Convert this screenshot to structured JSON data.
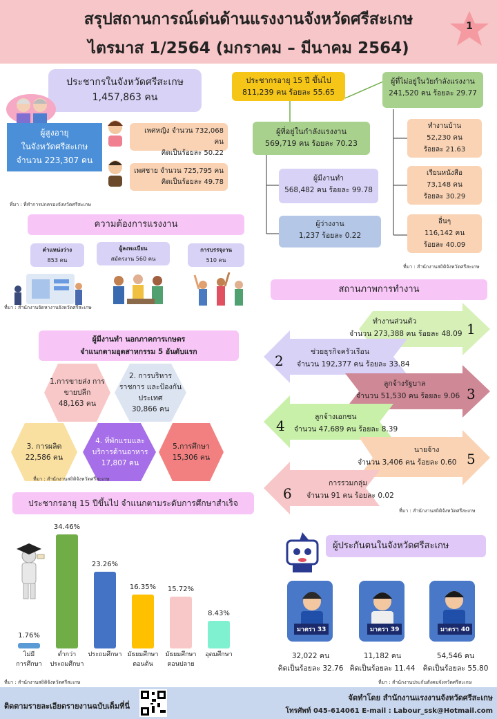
{
  "header": {
    "title_line1": "สรุปสถานการณ์เด่นด้านแรงงานจังหวัดศรีสะเกษ",
    "title_line2": "ไตรมาส 1/2564 (มกราคม – มีนาคม 2564)",
    "page_number": "1"
  },
  "population": {
    "title": "ประชากรในจังหวัดศรีสะเกษ",
    "total": "1,457,863  คน",
    "elderly_title1": "ผู้สูงอายุ",
    "elderly_title2": "ในจังหวัดศรีสะเกษ",
    "elderly_count": "จำนวน 223,307 คน",
    "female_line1": "เพศหญิง จำนวน 732,068 คน",
    "female_line2": "คิดเป็นร้อยละ 50.22",
    "male_line1": "เพศชาย จำนวน 725,795 คน",
    "male_line2": "คิดเป็นร้อยละ 49.78",
    "source": "ที่มา : ที่ทำการปกครองจังหวัดศรีสะเกษ"
  },
  "labor_force": {
    "age15_title": "ประชากรอายุ  15 ปี ขึ้นไป",
    "age15_value": "811,239 คน  ร้อยละ 55.65",
    "not_in_lf_title": "ผู้ที่ไม่อยู่ในวัยกำลังแรงงาน",
    "not_in_lf_value": "241,520 คน  ร้อยละ 29.77",
    "in_lf_title": "ผู้ที่อยู่ในกำลังแรงงาน",
    "in_lf_value": "569,719 คน  ร้อยละ 70.23",
    "employed_title": "ผู้มีงานทำ",
    "employed_value": "568,482  คน  ร้อยละ 99.78",
    "unemployed_title": "ผู้ว่างงาน",
    "unemployed_value": "1,237  ร้อยละ  0.22",
    "housework_title": "ทำงานบ้าน",
    "housework_count": "52,230 คน",
    "housework_pct": "ร้อยละ 21.63",
    "study_title": "เรียนหนังสือ",
    "study_count": "73,148 คน",
    "study_pct": "ร้อยละ 30.29",
    "other_title": "อื่นๆ",
    "other_count": "116,142 คน",
    "other_pct": "ร้อยละ 40.09",
    "source": "ที่มา : สำนักงานสถิติจังหวัดศรีสะเกษ"
  },
  "labor_demand": {
    "title": "ความต้องการแรงงาน",
    "vacancy_label": "ตำแหน่งว่าง",
    "vacancy_value": "853  คน",
    "applicant_label1": "ผู้ลงทะเบียน",
    "applicant_label2": "สมัครงาน 560 คน",
    "placement_label": "การบรรจุงาน",
    "placement_value": "510  คน",
    "source": "ที่มา : สำนักงานจัดหางานจังหวัดศรีสะเกษ"
  },
  "non_agri": {
    "title1": "ผู้มีงานทำ  นอกภาคการเกษตร",
    "title2": "จำแนกตามอุตสาหกรรม  5 อันดับแรก",
    "h1_label": "1.การขายส่ง การขายปลีก",
    "h1_value": "48,163 คน",
    "h2_label": "2. การบริหารราชการ และป้องกันประเทศ",
    "h2_value": "30,866  คน",
    "h3_label": "3. การผลิต",
    "h3_value": "22,586 คน",
    "h4_label": "4. ที่พักแรมและ บริการด้านอาหาร",
    "h4_value": "17,807 คน",
    "h5_label": "5.การศึกษา",
    "h5_value": "15,306 คน",
    "source": "ที่มา : สำนักงานสถิติจังหวัดศรีสะเกษ"
  },
  "work_status": {
    "title": "สถานภาพการทำงาน",
    "a1_label": "ทำงานส่วนตัว",
    "a1_value": "จำนวน 273,388 คน ร้อยละ 48.09",
    "a1_num": "1",
    "a2_label": "ช่วยธุรกิจครัวเรือน",
    "a2_value": "จำนวน 192,377 คน ร้อยละ 33.84",
    "a2_num": "2",
    "a3_label": "ลูกจ้างรัฐบาล",
    "a3_value": "จำนวน 51,530 คน ร้อยละ 9.06",
    "a3_num": "3",
    "a4_label": "ลูกจ้างเอกชน",
    "a4_value": "จำนวน 47,689 คน ร้อยละ 8.39",
    "a4_num": "4",
    "a5_label": "นายจ้าง",
    "a5_value": "จำนวน 3,406 คน ร้อยละ 0.60",
    "a5_num": "5",
    "a6_label": "การรวมกลุ่ม",
    "a6_value": "จำนวน 91 คน ร้อยละ 0.02",
    "a6_num": "6",
    "source": "ที่มา : สำนักงานสถิติจังหวัดศรีสะเกษ"
  },
  "education": {
    "title": "ประชากรอายุ 15 ปีขึ้นไป จำแนกตามระดับการศึกษาสำเร็จ",
    "source": "ที่มา : สำนักงานสถิติจังหวัดศรีสะเกษ"
  },
  "chart_data": {
    "type": "bar",
    "categories": [
      "ไม่มี การศึกษา",
      "ต่ำกว่า ประถมศึกษา",
      "ประถมศึกษา",
      "มัธยมศึกษา ตอนต้น",
      "มัธยมศึกษา ตอนปลาย",
      "อุดมศึกษา"
    ],
    "values": [
      1.76,
      34.46,
      23.26,
      16.35,
      15.72,
      8.43
    ],
    "value_labels": [
      "1.76%",
      "34.46%",
      "23.26%",
      "16.35%",
      "15.72%",
      "8.43%"
    ],
    "colors": [
      "#5b9bd5",
      "#70ad47",
      "#4472c4",
      "#ffc000",
      "#f8c8c8",
      "#7ff0d0"
    ],
    "ylim": [
      0,
      36
    ]
  },
  "insured": {
    "title": "ผู้ประกันตนในจังหวัดศรีสะเกษ",
    "m33_label": "มาตรา 33",
    "m33_count": "32,022 คน",
    "m33_pct": "คิดเป็นร้อยละ 32.76",
    "m39_label": "มาตรา 39",
    "m39_count": "11,182 คน",
    "m39_pct": "คิดเป็นร้อยละ 11.44",
    "m40_label": "มาตรา 40",
    "m40_count": "54,546 คน",
    "m40_pct": "คิดเป็นร้อยละ 55.80",
    "source": "ที่มา : สำนักงานประกันสังคมจังหวัดศรีสะเกษ"
  },
  "footer": {
    "follow": "ติดตามรายละเอียดรายงานฉบับเต็มที่นี่",
    "made_by": "จัดทำโดย  สำนักงานแรงงานจังหวัดศรีสะเกษ",
    "contact": "โทรศัพท์  045-614061 E-mail  :  Labour_ssk@Hotmail.com"
  },
  "colors": {
    "header_bg": "#f7c6c8",
    "lavender": "#d9d2f7",
    "orange_box": "#f9d3b4",
    "green_box": "#a9d18e",
    "yellow_box": "#f5c518",
    "pink_banner": "#f7c6f7"
  }
}
